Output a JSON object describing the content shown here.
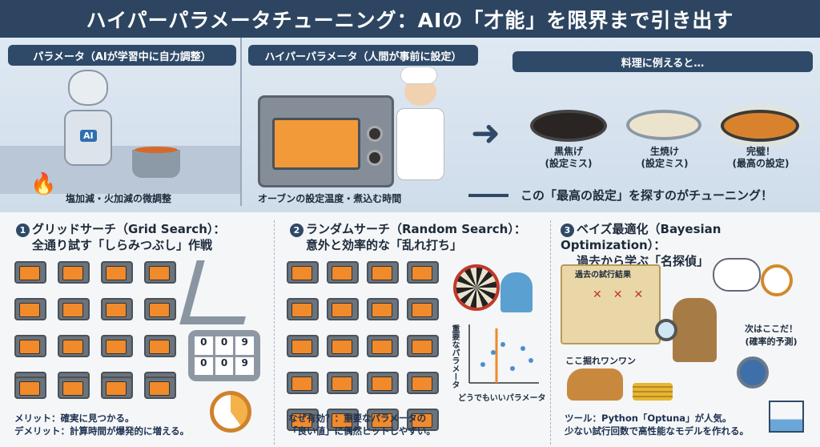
{
  "title": "ハイパーパラメータチューニング：AIの「才能」を限界まで引き出す",
  "top": {
    "param_label": "パラメータ（AIが学習中に自力調整）",
    "hyper_label": "ハイパーパラメータ（人間が事前に設定）",
    "cooking_label": "料理に例えると…",
    "robot_badge": "AI",
    "param_caption": "塩加減・火加減の微調整",
    "hyper_caption": "オーブンの設定温度・煮込む時間",
    "tuning_caption": "この「最高の設定」を探すのがチューニング！",
    "dishes": [
      {
        "name": "黒焦げ",
        "note": "(設定ミス)"
      },
      {
        "name": "生焼け",
        "note": "(設定ミス)"
      },
      {
        "name": "完璧！",
        "note": "(最高の設定)"
      }
    ]
  },
  "panels": [
    {
      "number": "1",
      "title": "グリッドサーチ（Grid Search）：",
      "subtitle": "全通り試す「しらみつぶし」作戦",
      "footer": [
        "メリット：確実に見つかる。",
        "デメリット：計算時間が爆発的に増える。"
      ],
      "lock_digits": [
        "0",
        "0",
        "9",
        "0",
        "0",
        "9"
      ]
    },
    {
      "number": "2",
      "title": "ランダムサーチ（Random Search）：",
      "subtitle": "意外と効率的な「乱れ打ち」",
      "y_axis": "重要なパラメータ",
      "x_axis": "どうでもいいパラメータ",
      "footer": [
        "なぜ有効？：重要なパラメータの",
        "「良い値」に偶然ヒットしやすい。"
      ]
    },
    {
      "number": "3",
      "title": "ベイズ最適化（Bayesian Optimization）：",
      "subtitle": "過去から学ぶ「名探偵」",
      "map_label": "過去の試行結果",
      "dog_label": "ここ掘れワンワン",
      "next_label": "次はここだ！",
      "next_note": "(確率的予測)",
      "footer": [
        "ツール：Python「Optuna」が人気。",
        "少ない試行回数で高性能なモデルを作れる。"
      ]
    }
  ]
}
